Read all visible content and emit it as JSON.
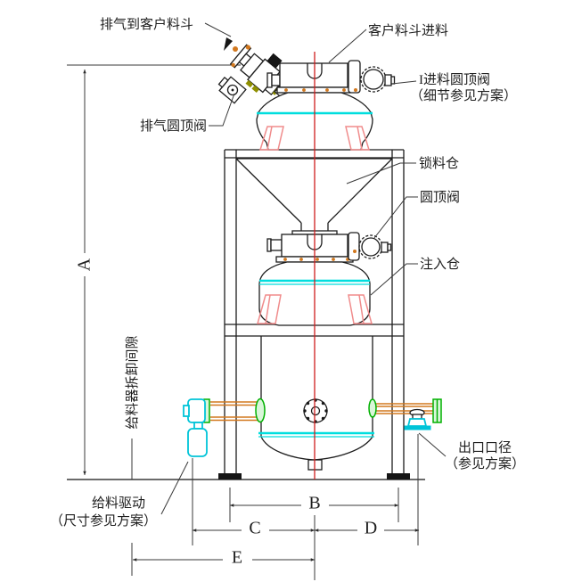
{
  "colors": {
    "centerline": "#cf1d1d",
    "cyan": "#00dede",
    "cyan_part": "#00c4d8",
    "pink": "#f08c8c",
    "orange": "#d2781e",
    "olive": "#8f8f00",
    "green": "#00b000",
    "green_fill": "#d9f6d9"
  },
  "labels": {
    "exhaust_to_customer_hopper": "排气到客户料斗",
    "customer_hopper_feed": "客户料斗进料",
    "feed_dome_valve_line1": "I进料圆顶阀",
    "feed_dome_valve_line2": "（细节参见方案）",
    "exhaust_dome_valve": "排气圆顶阀",
    "lock_hopper": "锁料仓",
    "dome_valve": "圆顶阀",
    "injection_vessel": "注入仓",
    "outlet_line1": "出口口径",
    "outlet_line2": "（参见方案）",
    "feeder_drive_line1": "给料驱动",
    "feeder_drive_line2": "（尺寸参见方案）",
    "feeder_clearance": "给料器拆卸间隙"
  },
  "dims": {
    "a": "A",
    "b": "B",
    "c": "C",
    "d": "D",
    "e": "E"
  }
}
